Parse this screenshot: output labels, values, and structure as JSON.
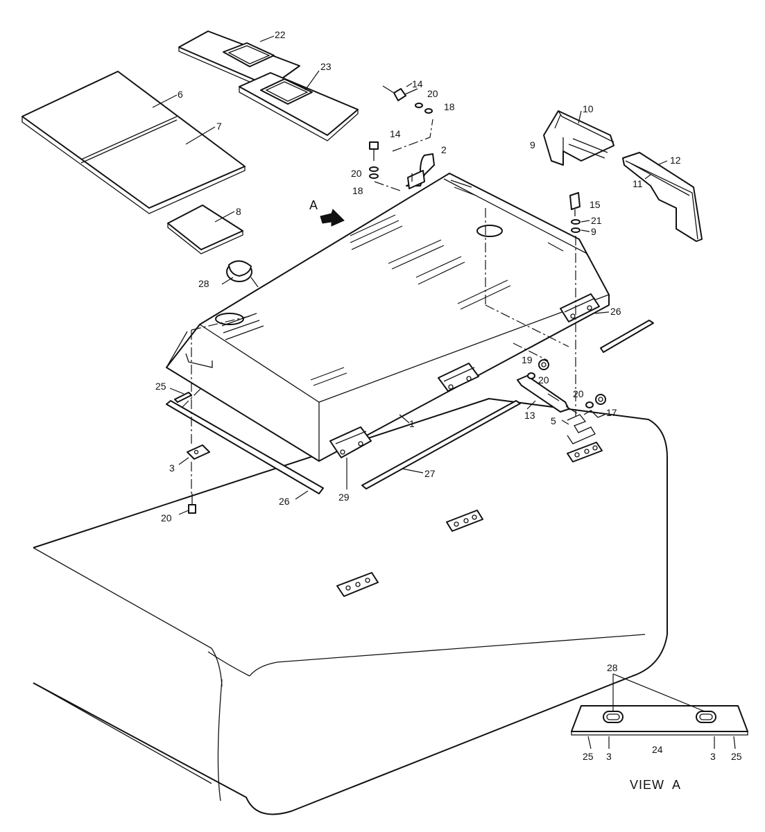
{
  "labels": {
    "p22": "22",
    "p23": "23",
    "p6": "6",
    "p7": "7",
    "p8": "8",
    "p14a": "14",
    "p20a": "20",
    "p18a": "18",
    "p14b": "14",
    "p20b": "20",
    "p18b": "18",
    "p2": "2",
    "p10": "10",
    "p9a": "9",
    "p12": "12",
    "p11": "11",
    "p15": "15",
    "p21": "21",
    "p9b": "9",
    "p28": "28",
    "pA": "A",
    "p26a": "26",
    "p19": "19",
    "p20c": "20",
    "p25": "25",
    "p20d": "20",
    "p17": "17",
    "p13": "13",
    "p5": "5",
    "p1": "1",
    "p3": "3",
    "p27": "27",
    "p29": "29",
    "p26b": "26",
    "p20e": "20",
    "v28": "28",
    "v25a": "25",
    "v3a": "3",
    "v24": "24",
    "v3b": "3",
    "v25b": "25"
  },
  "view_label": "VIEW  A"
}
